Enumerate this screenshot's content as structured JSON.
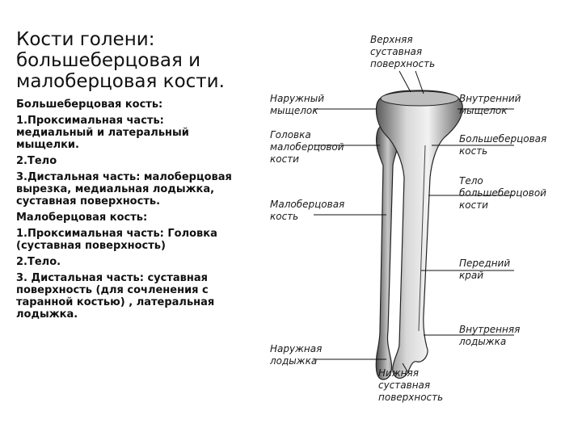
{
  "title_lines": [
    "Кости голени:",
    "большеберцовая и",
    "малоберцовая кости."
  ],
  "body": {
    "tibia_header": "Большеберцовая кость:",
    "tibia_1": [
      "1.Проксимальная часть:",
      "медиальный и латеральный",
      "мыщелки."
    ],
    "tibia_2": "2.Тело",
    "tibia_3": [
      "3.Дистальная часть: малоберцовая",
      "вырезка, медиальная лодыжка,",
      "суставная поверхность."
    ],
    "fibula_header": "Малоберцовая кость:",
    "fibula_1": [
      "1.Проксимальная часть: Головка",
      "(суставная поверхность)"
    ],
    "fibula_2": "2.Тело.",
    "fibula_3": [
      "3. Дистальная часть: суставная",
      "поверхность (для сочленения с",
      "таранной костью)  , латеральная",
      "лодыжка."
    ]
  },
  "figure_labels": {
    "upper_articular": [
      "Верхняя",
      "суставная",
      "поверхность"
    ],
    "lateral_condyle": [
      "Наружный",
      "мыщелок"
    ],
    "fibula_head": [
      "Головка",
      "малоберцовой",
      "кости"
    ],
    "fibula": [
      "Малоберцовая",
      "кость"
    ],
    "medial_condyle": [
      "Внутренний",
      "мыщелок"
    ],
    "tibia": [
      "Большеберцовая",
      "кость"
    ],
    "tibia_body": [
      "Тело",
      "большеберцовой",
      "кости"
    ],
    "anterior_border": [
      "Передний",
      "край"
    ],
    "medial_malleolus": [
      "Внутренняя",
      "лодыжка"
    ],
    "lateral_malleolus": [
      "Наружная",
      "лодыжка"
    ],
    "lower_articular": [
      "Нижняя",
      "суставная",
      "поверхность"
    ]
  }
}
